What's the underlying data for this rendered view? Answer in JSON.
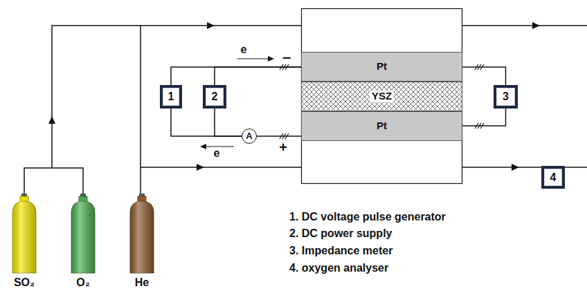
{
  "diagram": {
    "nodes": [
      {
        "text": [
          "Pt"
        ]
      },
      {
        "text": [
          "1"
        ]
      },
      {
        "text": [
          "2"
        ]
      },
      {
        "text": [
          "YSZ"
        ]
      },
      {
        "text": [
          "3"
        ]
      },
      {
        "text": [
          "A"
        ]
      },
      {
        "text": [
          "Pt"
        ]
      },
      {
        "text": [
          "4"
        ]
      }
    ],
    "edges": [
      {
        "from": 1,
        "to": 0,
        "arrow": "none"
      },
      {
        "from": 2,
        "to": 0,
        "arrow": "none"
      },
      {
        "from": 1,
        "to": 5,
        "arrow": "none"
      },
      {
        "from": 2,
        "to": 5,
        "arrow": "none"
      },
      {
        "from": 5,
        "to": 6,
        "arrow": "none"
      },
      {
        "from": 4,
        "to": 0,
        "arrow": "none"
      },
      {
        "from": 4,
        "to": 6,
        "arrow": "none"
      }
    ],
    "labels": [
      "e",
      "–",
      "+",
      "e",
      "1. DC voltage pulse generator",
      "2. DC power supply",
      "3. Impedance meter",
      "4. oxygen analyser",
      "SO₂",
      "O₂",
      "He"
    ]
  }
}
